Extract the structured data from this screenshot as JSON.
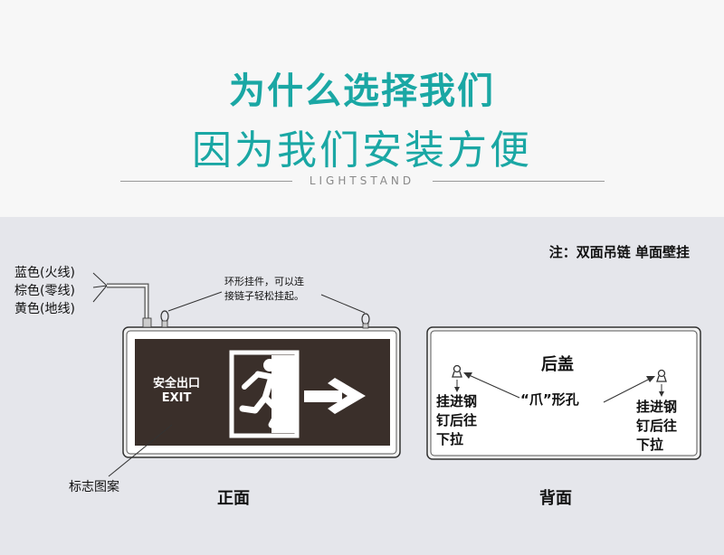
{
  "header": {
    "title": "为什么选择我们",
    "subtitle": "因为我们安装方便",
    "tagline": "LIGHTSTAND"
  },
  "note": "注：双面吊链 单面壁挂",
  "wires": [
    "蓝色(火线)",
    "棕色(零线)",
    "黄色(地线)"
  ],
  "ring_note": [
    "环形挂件，可以连",
    "接链子轻松挂起。"
  ],
  "front": {
    "sign_cn": "安全出口",
    "sign_en": "EXIT",
    "pattern_label": "标志图案",
    "caption": "正面"
  },
  "back": {
    "cover_label": "后盖",
    "hole_label": "“爪”形孔",
    "left_instr": [
      "挂进钢",
      "钉后往",
      "下拉"
    ],
    "right_instr": [
      "挂进钢",
      "钉后往",
      "下拉"
    ],
    "caption": "背面"
  },
  "colors": {
    "accent": "#1aa7a4",
    "sign_bg": "#3a2f2a",
    "panel_bg": "#e5e6eb"
  }
}
